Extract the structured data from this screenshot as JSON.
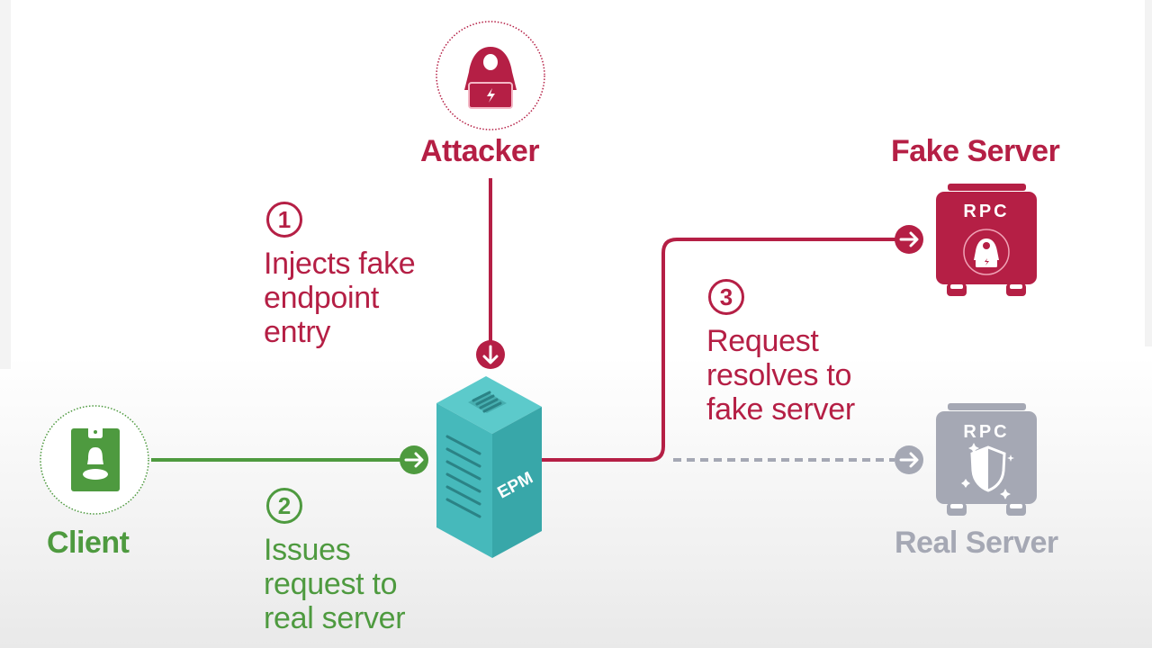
{
  "colors": {
    "attack": "#b51f45",
    "client": "#4e9a3f",
    "inactive": "#a5a8b4",
    "epm": "#40b6b9"
  },
  "nodes": {
    "attacker": {
      "label": "Attacker",
      "icon": "hooded-hacker-icon"
    },
    "client": {
      "label": "Client",
      "icon": "id-badge-icon"
    },
    "epm": {
      "label": "EPM",
      "icon": "server-tower-icon"
    },
    "fake_server": {
      "label": "Fake Server",
      "badge": "RPC",
      "icon": "hacker-in-circle-icon"
    },
    "real_server": {
      "label": "Real Server",
      "badge": "RPC",
      "icon": "shield-sparkle-icon"
    }
  },
  "steps": [
    {
      "number": "1",
      "lines": [
        "Injects fake",
        "endpoint",
        "entry"
      ]
    },
    {
      "number": "2",
      "lines": [
        "Issues",
        "request to",
        "real server"
      ]
    },
    {
      "number": "3",
      "lines": [
        "Request",
        "resolves to",
        "fake server"
      ]
    }
  ]
}
